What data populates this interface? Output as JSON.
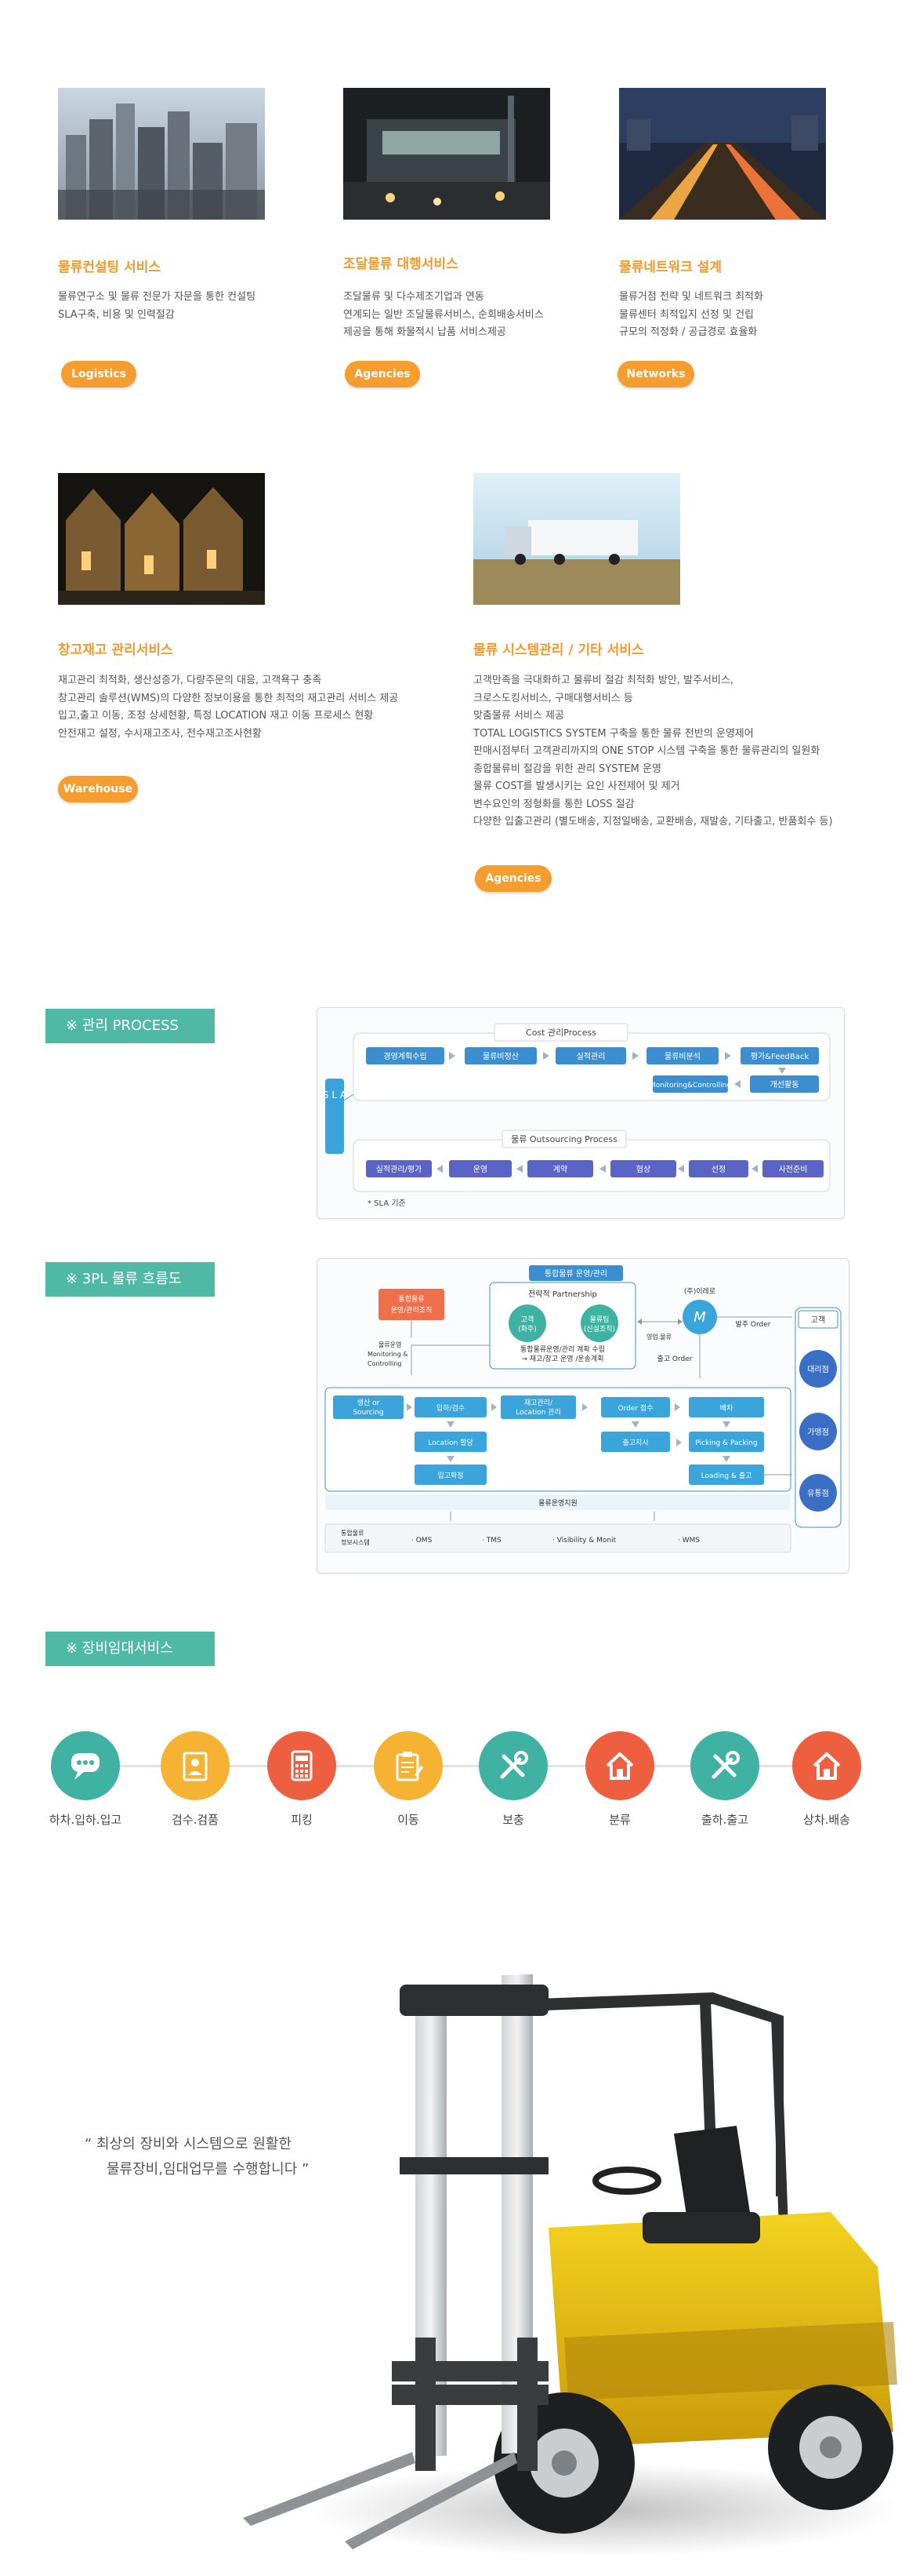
{
  "services": [
    {
      "title": "물류컨설팅 서비스",
      "lines": [
        "물류연구소 및 물류 전문가 자문을 통한 컨설팅",
        "SLA구축, 비용 및 인력절감"
      ],
      "button": "Logistics"
    },
    {
      "title": "조달물류 대행서비스",
      "lines": [
        "조달물류 및 다수제조기업과 연동",
        "연계되는 일반 조달물류서비스, 순회배송서비스",
        "제공을 통해 화물적시 납품 서비스제공"
      ],
      "button": "Agencies"
    },
    {
      "title": "물류네트워크 설계",
      "lines": [
        "물류거점 전략 및 네트워크 최적화",
        "물류센터 최적입지 선정 및 건립",
        "규모의 적정화 / 공급경로 효율화"
      ],
      "button": "Networks"
    },
    {
      "title": "창고재고 관리서비스",
      "lines": [
        "재고관리 최적화, 생산성증가, 다량주문의 대응, 고객욕구 충족",
        "창고관리 솔루션(WMS)의 다양한 정보이용을 통한 최적의 재고관리 서비스 제공",
        "입고,출고 이동, 조정 상세현황, 특정 LOCATION 재고 이동 프로세스 현황",
        "안전재고 설정, 수시재고조사, 전수재고조사현황"
      ],
      "button": "Warehouse"
    },
    {
      "title": "물류 시스템관리 / 기타 서비스",
      "lines": [
        "고객만족을 극대화하고 물류비 절감 최적화 방안, 발주서비스,",
        "크로스도킹서비스, 구매대행서비스 등",
        "맞춤물류 서비스 제공",
        "TOTAL LOGISTICS SYSTEM 구축을 통한 물류 전반의 운영제어",
        "판매시점부터 고객관리까지의 ONE STOP 시스템 구축을 통한 물류관리의 일원화",
        "종합물류비 절감을 위한 관리 SYSTEM 운영",
        "물류 COST를 발생시키는 요인 사전제어 및 제거",
        "변수요인의 정형화를 통한  LOSS 절감",
        "다양한 입출고관리 (별도배송, 지정일배송, 교환배송, 재발송, 기타출고, 반품회수 등)"
      ],
      "button": "Agencies"
    }
  ],
  "sections": {
    "process": "※  관리 PROCESS",
    "flow": "※  3PL 물류 흐름도",
    "rental": "※  장비임대서비스"
  },
  "process_diagram": {
    "cost_title": "Cost 관리Process",
    "cost_steps": [
      "경영계획수립",
      "물류비정산",
      "실적관리",
      "물류비분석",
      "평가&FeedBack"
    ],
    "cost_sub": [
      "Monitoring&Controlling",
      "개선활동"
    ],
    "sla": "S L A",
    "outsourcing_title": "물류 Outsourcing Process",
    "outsourcing_steps": [
      "실적관리/평가",
      "운영",
      "계약",
      "협상",
      "선정",
      "사전준비"
    ],
    "note": "* SLA 기준"
  },
  "flow_diagram": {
    "top_title": "통합물류 운영/관리",
    "left_box": [
      "통합물류",
      "운영/관리조직"
    ],
    "partnership_title": "전략적 Partnership",
    "client": [
      "고객",
      "(화주)"
    ],
    "provider": [
      "물류팀",
      "(신설조직)"
    ],
    "partnership_desc": [
      "통합물류운영/관리 계획 수립",
      "→ 재고/창고 운영 /운송계획"
    ],
    "company": "(주)이레로",
    "sales": "영업.물류",
    "monitor": [
      "물류운영",
      "Monitoring &",
      "Controlling"
    ],
    "customer_label": "고객",
    "order_in": "발주 Order",
    "order_out": "출고 Order",
    "customers": [
      "대리점",
      "가맹점",
      "유통점"
    ],
    "boxes": {
      "sourcing": [
        "생산 or",
        "Sourcing"
      ],
      "receive": "입하/검수",
      "location_assign": "Location 할당",
      "receive_confirm": "입고확정",
      "inventory": [
        "재고관리/",
        "Location 관리"
      ],
      "order": "Order 접수",
      "ship_instr": "출고지시",
      "dispatch": "배차",
      "picking": "Picking & Packing",
      "loading": "Loading & 출고"
    },
    "support": "물류운영지원",
    "system_label": [
      "통합물류",
      "정보시스템"
    ],
    "systems": [
      "· OMS",
      "· TMS",
      "· Visibility & Monit",
      "· WMS"
    ]
  },
  "rental_items": [
    {
      "label": "하차.입하.입고",
      "icon": "chat-icon",
      "color": "#3fb2a3"
    },
    {
      "label": "검수.검품",
      "icon": "inspection-icon",
      "color": "#f6b233"
    },
    {
      "label": "피킹",
      "icon": "calculator-icon",
      "color": "#ee5f3f"
    },
    {
      "label": "이동",
      "icon": "clipboard-icon",
      "color": "#f6b233"
    },
    {
      "label": "보충",
      "icon": "tools-icon",
      "color": "#3fb2a3"
    },
    {
      "label": "분류",
      "icon": "house-icon",
      "color": "#ee5f3f"
    },
    {
      "label": "출하.출고",
      "icon": "tools-icon",
      "color": "#3fb2a3"
    },
    {
      "label": "상차.배송",
      "icon": "house-icon",
      "color": "#ee5f3f"
    }
  ],
  "quote_lines": [
    "“  최상의 장비와 시스템으로 원활한",
    "물류장비,임대업무를 수행합니다  ”"
  ]
}
